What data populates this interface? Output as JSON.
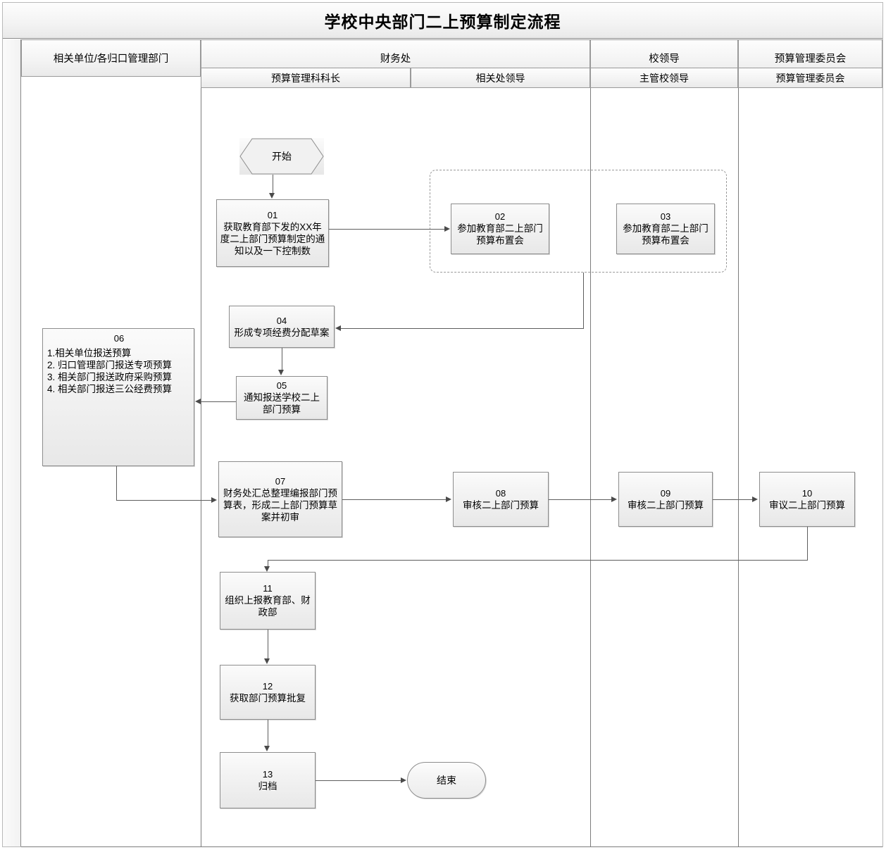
{
  "diagram": {
    "title": "学校中央部门二上预算制定流程",
    "type": "swimlane-flowchart"
  },
  "lanes": {
    "top": [
      {
        "label": "相关单位/各归口管理部门"
      },
      {
        "label": "财务处"
      },
      {
        "label": "校领导"
      },
      {
        "label": "预算管理委员会"
      }
    ],
    "sub": [
      {
        "label": "预算管理科科长"
      },
      {
        "label": "相关处领导"
      },
      {
        "label": "主管校领导"
      },
      {
        "label": "预算管理委员会"
      }
    ]
  },
  "nodes": {
    "start": {
      "label": "开始",
      "shape": "hexagon"
    },
    "end": {
      "label": "结束",
      "shape": "stadium"
    },
    "n01": {
      "num": "01",
      "text": "获取教育部下发的XX年度二上部门预算制定的通知以及一下控制数"
    },
    "n02": {
      "num": "02",
      "text": "参加教育部二上部门预算布置会"
    },
    "n03": {
      "num": "03",
      "text": "参加教育部二上部门预算布置会"
    },
    "n04": {
      "num": "04",
      "text": "形成专项经费分配草案"
    },
    "n05": {
      "num": "05",
      "text": "通知报送学校二上部门预算"
    },
    "n06": {
      "num": "06",
      "text": "1.相关单位报送预算\n2. 归口管理部门报送专项预算\n3. 相关部门报送政府采购预算\n4. 相关部门报送三公经费预算"
    },
    "n07": {
      "num": "07",
      "text": "财务处汇总整理编报部门预算表，形成二上部门预算草案并初审"
    },
    "n08": {
      "num": "08",
      "text": "审核二上部门预算"
    },
    "n09": {
      "num": "09",
      "text": "审核二上部门预算"
    },
    "n10": {
      "num": "10",
      "text": "审议二上部门预算"
    },
    "n11": {
      "num": "11",
      "text": "组织上报教育部、财政部"
    },
    "n12": {
      "num": "12",
      "text": "获取部门预算批复"
    },
    "n13": {
      "num": "13",
      "text": "归档"
    }
  },
  "edges": [
    {
      "from": "start",
      "to": "n01"
    },
    {
      "from": "n01",
      "to": "n02"
    },
    {
      "from": "n02",
      "to": "n04"
    },
    {
      "from": "n04",
      "to": "n05"
    },
    {
      "from": "n05",
      "to": "n06"
    },
    {
      "from": "n06",
      "to": "n07"
    },
    {
      "from": "n07",
      "to": "n08"
    },
    {
      "from": "n08",
      "to": "n09"
    },
    {
      "from": "n09",
      "to": "n10"
    },
    {
      "from": "n10",
      "to": "n11"
    },
    {
      "from": "n11",
      "to": "n12"
    },
    {
      "from": "n12",
      "to": "n13"
    },
    {
      "from": "n13",
      "to": "end"
    }
  ],
  "colors": {
    "node_fill": "#f2f2f2",
    "node_border": "#8d8d8d",
    "lane_border": "#7d7d7d",
    "connector": "#5d5d5d",
    "header_fill": "#f4f4f4"
  }
}
